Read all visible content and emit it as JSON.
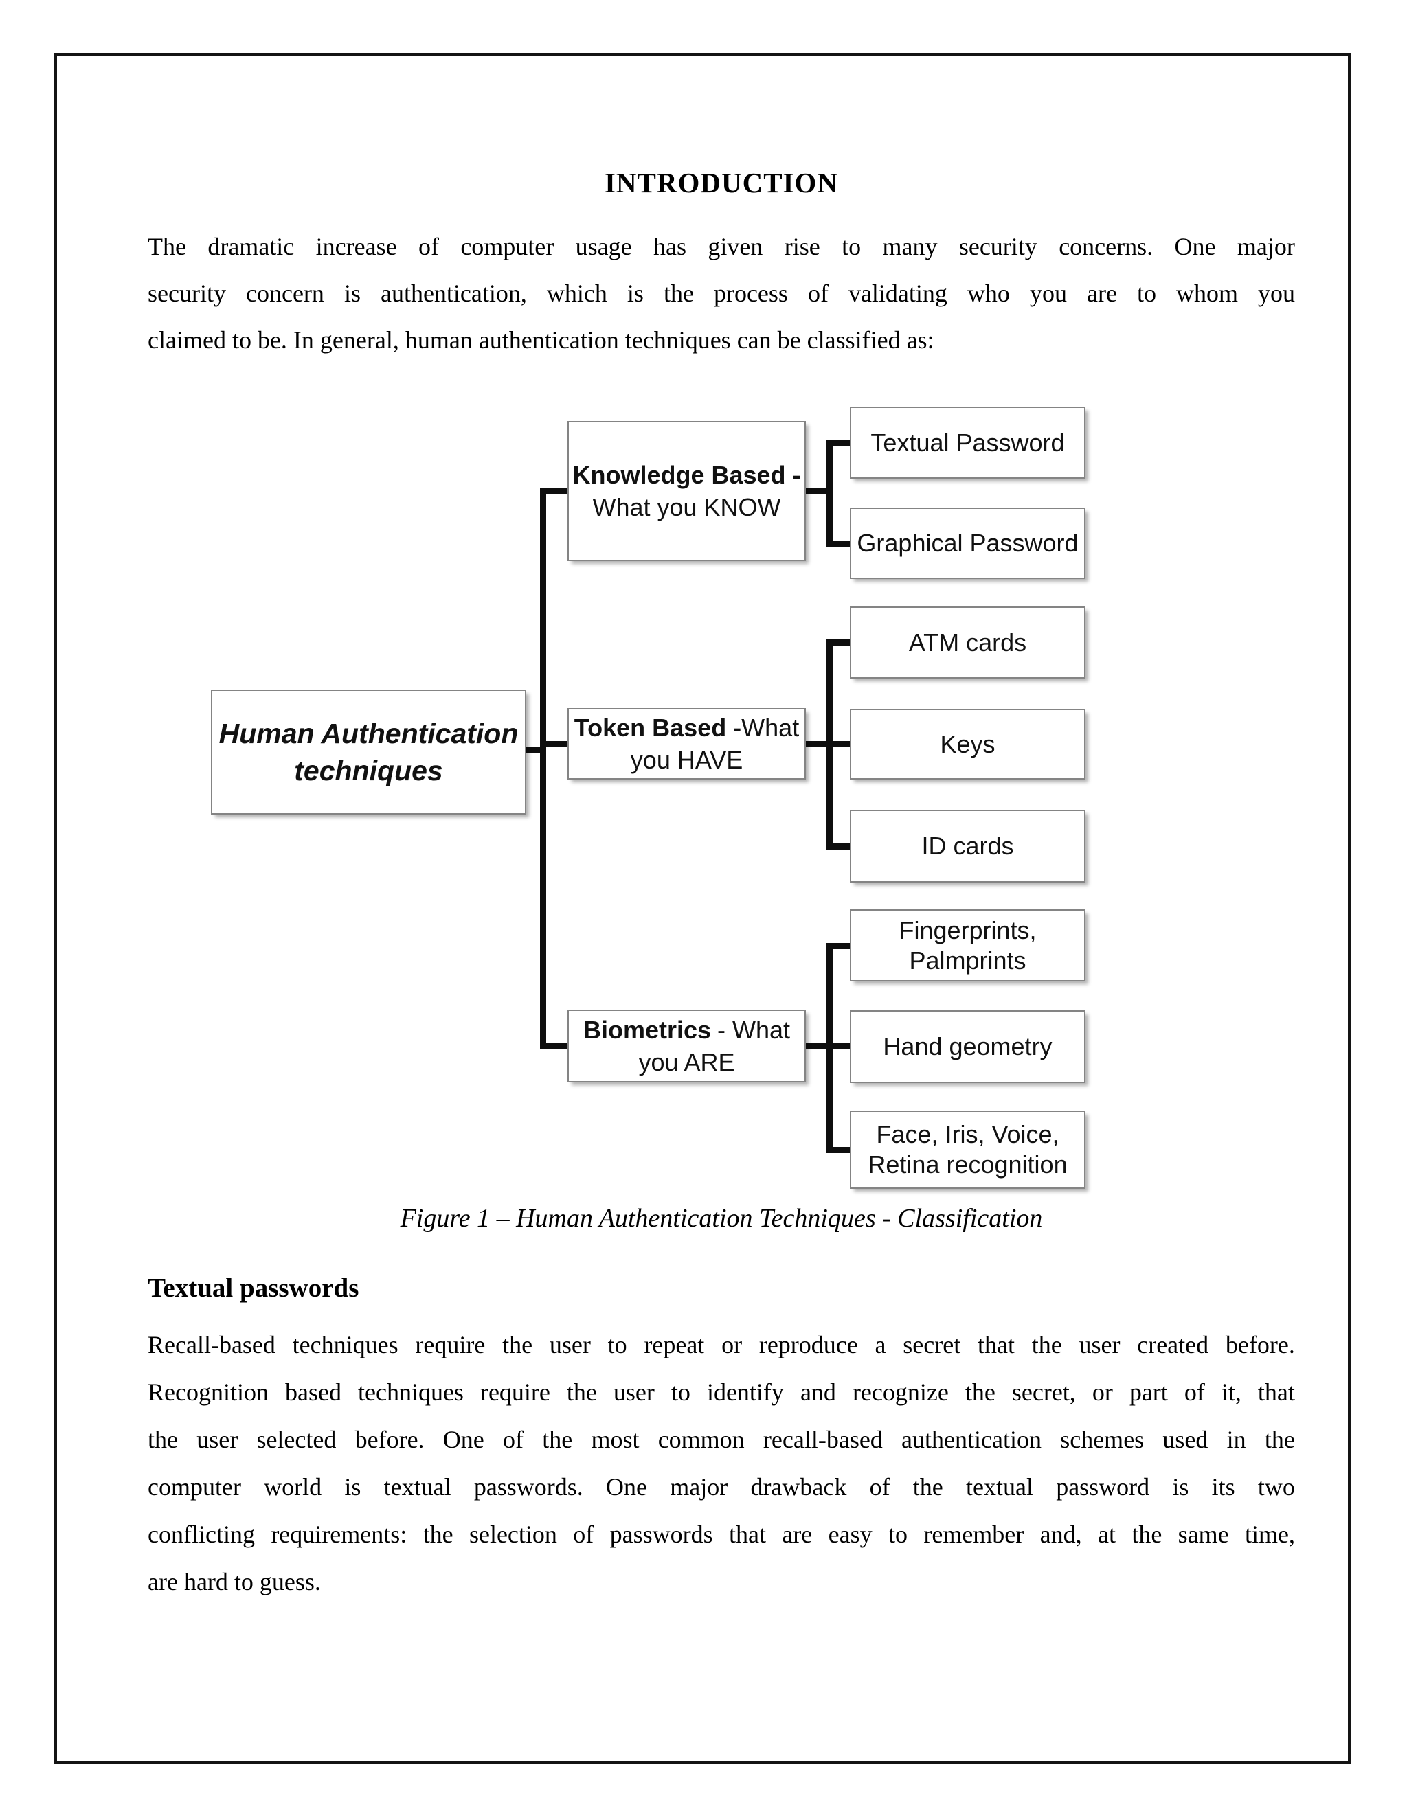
{
  "document": {
    "title": "INTRODUCTION",
    "intro": {
      "line1": "The dramatic increase of computer usage has given rise to many security concerns. One major",
      "line2": "security concern is authentication, which is the process of validating who you are to whom you",
      "line3": "claimed to be. In general, human authentication techniques can be classified as:"
    },
    "figure_caption": "Figure 1 – Human Authentication Techniques - Classification",
    "section_heading": "Textual passwords",
    "body": {
      "line1": "Recall-based techniques require the user to repeat or reproduce a secret that the user created before.",
      "line2": "Recognition based techniques require the user to identify and recognize the secret, or part of it, that",
      "line3": "the user selected before. One of the most common recall-based authentication schemes used in the",
      "line4": "computer world is textual passwords. One major drawback of the textual password is its two",
      "line5": "conflicting requirements: the selection of passwords that are easy to remember and, at the same time,",
      "line6": "are hard to guess."
    }
  },
  "diagram": {
    "root": {
      "line1": "Human Authentication",
      "line2": "techniques"
    },
    "knowledge": {
      "bold": "Knowledge Based -",
      "line2": "What you KNOW"
    },
    "token": {
      "bold": "Token Based -",
      "rest": "What",
      "line2": "you HAVE"
    },
    "biometrics": {
      "bold": "Biometrics",
      "rest": "- What",
      "line2": "you ARE"
    },
    "leaves": {
      "textual": "Textual Password",
      "graphical": "Graphical Password",
      "atm": "ATM cards",
      "keys": "Keys",
      "id": "ID cards",
      "fingerprints_line1": "Fingerprints,",
      "fingerprints_line2": "Palmprints",
      "hand": "Hand geometry",
      "face_line1": "Face, Iris, Voice,",
      "face_line2": "Retina recognition"
    }
  },
  "colors": {
    "frame_border": "#141414",
    "connector": "#0e0e0e",
    "box_border": "#848484",
    "background": "#ffffff"
  }
}
